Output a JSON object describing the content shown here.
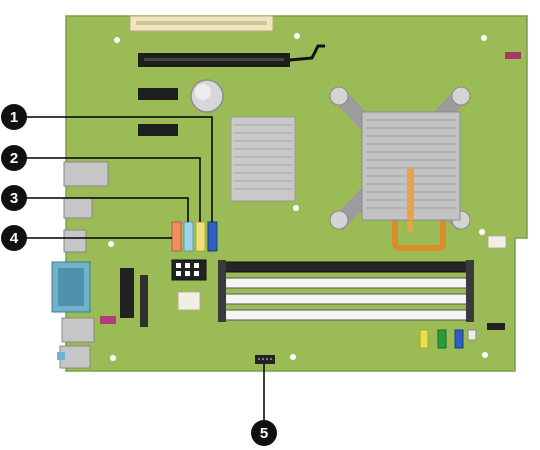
{
  "figure": {
    "board_color": "#9abb56",
    "board_edge_color": "#7f9c44",
    "callout_fill": "#111111",
    "callout_text_color": "#ffffff",
    "callouts": [
      {
        "number": "1",
        "target": "blue-header"
      },
      {
        "number": "2",
        "target": "yellow-header"
      },
      {
        "number": "3",
        "target": "light-blue-header"
      },
      {
        "number": "4",
        "target": "orange-header"
      },
      {
        "number": "5",
        "target": "bottom-pin-header"
      }
    ],
    "header_colors": {
      "blue": "#2f5fbf",
      "yellow": "#f0e27a",
      "light_blue": "#9fd3e8",
      "orange": "#f08e63"
    },
    "bottom_connector_colors": [
      "#e6e14a",
      "#2a9c3a",
      "#2f5fbf"
    ],
    "dimm_slot_count": 4
  }
}
